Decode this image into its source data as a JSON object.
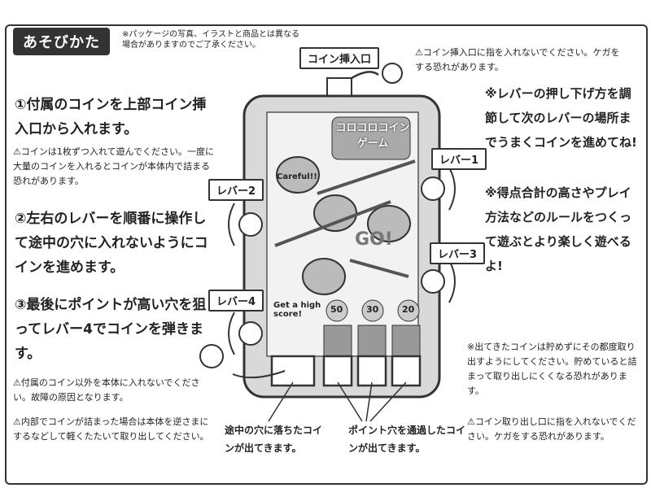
{
  "header": {
    "title": "あそびかた",
    "note": "※パッケージの写真、イラストと商品とは異なる場合がありますのでご了承ください。"
  },
  "steps": [
    {
      "num": "①",
      "text": "付属のコインを上部コイン挿入口から入れます。"
    },
    {
      "num": "②",
      "text": "左右のレバーを順番に操作して途中の穴に入れないようにコインを進めます。"
    },
    {
      "num": "③",
      "text": "最後にポイントが高い穴を狙ってレバー4でコインを弾きます。"
    }
  ],
  "warnings": {
    "step1": "⚠コインは1枚ずつ入れて遊んでください。一度に大量のコインを入れるとコインが本体内で詰まる恐れがあります。",
    "bottom_left_1": "⚠付属のコイン以外を本体に入れないでください。故障の原因となります。",
    "bottom_left_2": "⚠内部でコインが詰まった場合は本体を逆さまにするなどして軽くたたいて取り出してください。",
    "top_right": "⚠コイン挿入口に指を入れないでください。ケガをする恐れがあります。",
    "bottom_right_1": "※出てきたコインは貯めずにその都度取り出すようにしてください。貯めていると詰まって取り出しにくくなる恐れがあります。",
    "bottom_right_2": "⚠コイン取り出し口に指を入れないでください。ケガをする恐れがあります。"
  },
  "tips": [
    "※レバーの押し下げ方を調節して次のレバーの場所までうまくコインを進めてね!",
    "※得点合計の高さやプレイ方法などのルールをつくって遊ぶとより楽しく遊べるよ!"
  ],
  "device": {
    "coin_slot_label": "コイン挿入口",
    "logo": "コロコロコインゲーム",
    "banner_go": "GO!",
    "banner_score": "Get a high score!",
    "caution": "Careful!!",
    "levers": [
      "レバー1",
      "レバー2",
      "レバー3",
      "レバー4"
    ],
    "scores": [
      "50",
      "30",
      "20"
    ]
  },
  "callouts": {
    "fail_hole": "途中の穴に落ちたコインが出てきます。",
    "point_hole": "ポイント穴を通過したコインが出てきます。"
  }
}
